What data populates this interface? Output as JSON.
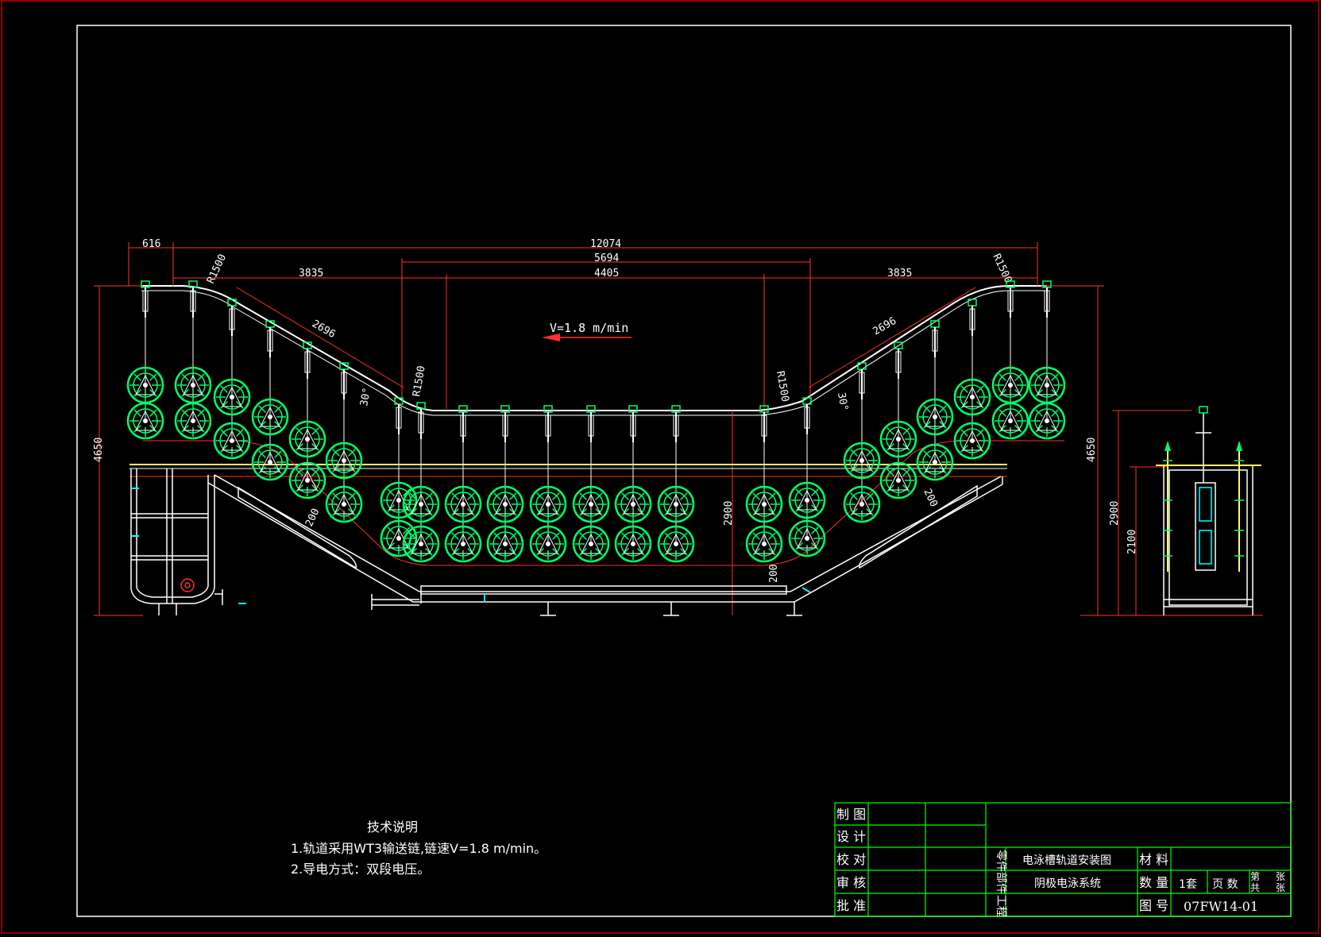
{
  "drawing": {
    "speed_label": "V=1.8 m/min",
    "dims": {
      "d616": "616",
      "d12074": "12074",
      "d5694": "5694",
      "d3835_left": "3835",
      "d4405": "4405",
      "d3835_right": "3835",
      "r1500_tl": "R1500",
      "r1500_ml": "R1500",
      "r1500_mr": "R1500",
      "r1500_tr": "R1500",
      "d2696_left": "2696",
      "d2696_right": "2696",
      "a30_left": "30°",
      "a30_right": "30°",
      "h4650_left": "4650",
      "h4650_right": "4650",
      "h2900_mid": "2900",
      "d200_mid": "200",
      "d200_left": "200",
      "d200_right": "200",
      "h2900_side": "2900",
      "h2100_side": "2100"
    }
  },
  "notes": {
    "title": "技术说明",
    "line1": "1.轨道采用WT3输送链,链速V=1.8 m/min。",
    "line2": "2.导电方式：双段电压。"
  },
  "title_block": {
    "roles": [
      "制 图",
      "设 计",
      "校 对",
      "审 核",
      "批 准"
    ],
    "side_labels": [
      "零件",
      "部件",
      "工程"
    ],
    "drawing_name": "电泳槽轨道安装图",
    "system_name": "阴极电泳系统",
    "material_label": "材 料",
    "quantity_label": "数 量",
    "quantity_value": "1套",
    "pages_label": "页 数",
    "sheet_label_1": "第",
    "sheet_label_2": "共",
    "sheet_unit_1": "张",
    "sheet_unit_2": "张",
    "drawing_no_label": "图 号",
    "drawing_no": "07FW14-01"
  },
  "colors": {
    "background": "#000000",
    "line": "#ffffff",
    "dim": "#ff3030",
    "wheel": "#00ff66",
    "titleblock": "#00ff00",
    "accent": "#ffff00",
    "tank_top": "#ffff66",
    "cyan": "#00ffff"
  }
}
